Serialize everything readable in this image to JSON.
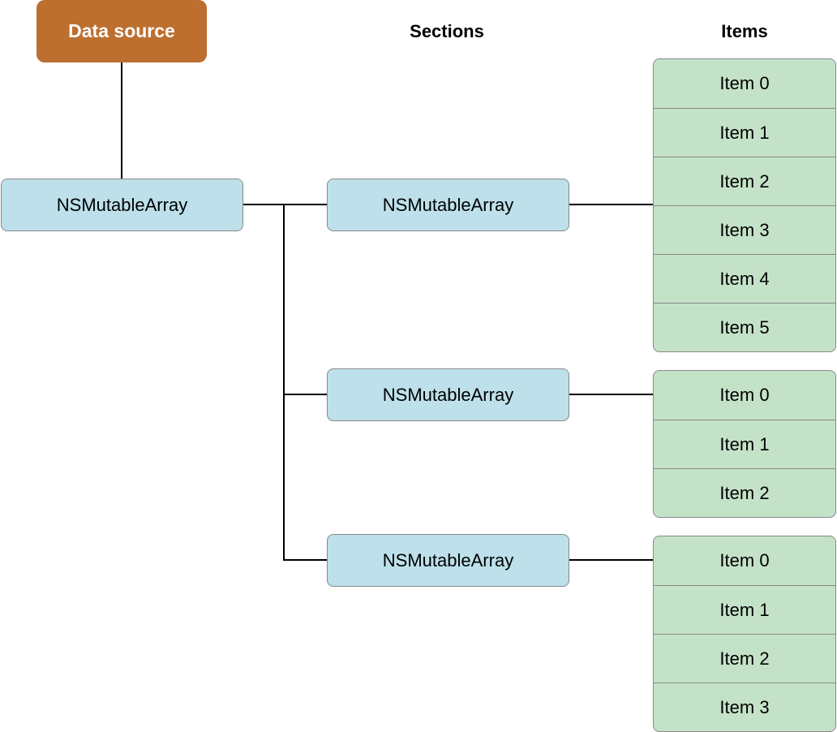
{
  "data_source": {
    "label": "Data source",
    "color": "#bd6f30"
  },
  "headers": {
    "sections": "Sections",
    "items": "Items"
  },
  "root": {
    "label": "NSMutableArray"
  },
  "sections": [
    {
      "label": "NSMutableArray",
      "items": [
        "Item 0",
        "Item 1",
        "Item 2",
        "Item 3",
        "Item 4",
        "Item 5"
      ]
    },
    {
      "label": "NSMutableArray",
      "items": [
        "Item 0",
        "Item 1",
        "Item 2"
      ]
    },
    {
      "label": "NSMutableArray",
      "items": [
        "Item 0",
        "Item 1",
        "Item 2",
        "Item 3"
      ]
    }
  ],
  "colors": {
    "array_fill": "#bde0ea",
    "item_fill": "#c4e2c8",
    "border": "#888888"
  }
}
